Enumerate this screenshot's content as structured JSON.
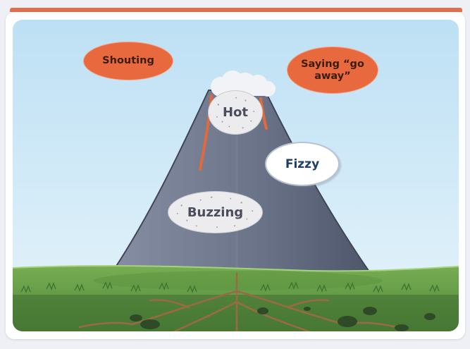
{
  "labels": {
    "shouting": "Shouting",
    "saying_go_away": "Saying “go away”",
    "hot": "Hot",
    "fizzy": "Fizzy",
    "buzzing": "Buzzing"
  },
  "colors": {
    "accent": "#e0704a",
    "sky_top": "#bfe0f3",
    "sky_bottom": "#e4f3fb",
    "volcano": "#5c6477",
    "lava": "#e2693a",
    "grass": "#5f9640",
    "soil": "#3e6a2e"
  }
}
